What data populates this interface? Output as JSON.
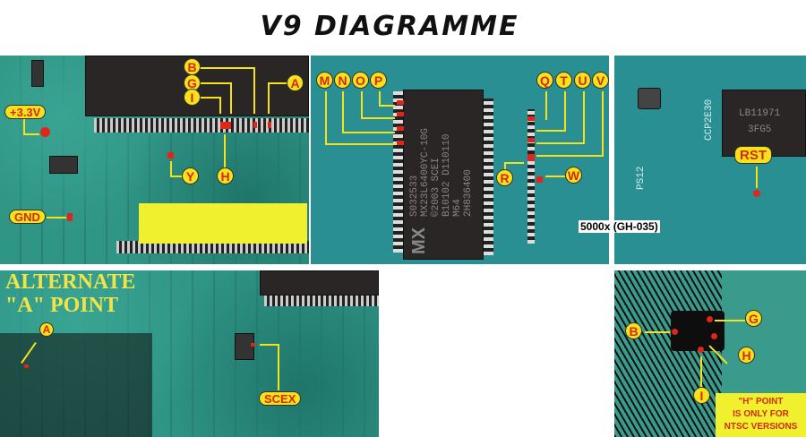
{
  "title": "V9 DIAGRAMME",
  "panel_main_board": {
    "labels": [
      "B",
      "G",
      "I",
      "A",
      "+3.3V",
      "GND",
      "Y",
      "H"
    ]
  },
  "panel_flash_chip": {
    "labels": [
      "M",
      "N",
      "O",
      "P",
      "Q",
      "T",
      "U",
      "V",
      "R",
      "W"
    ],
    "chip_text": [
      "S032533",
      "MX23L6400YC-10G",
      "©2003 SCEI",
      "B10102 D110110",
      "M64",
      "2H836400"
    ],
    "chip_logo": "MX",
    "model_note": "5000x (GH-035)"
  },
  "panel_reset": {
    "labels": [
      "RST"
    ],
    "chip_text": [
      "LB11971",
      "3FG5"
    ],
    "board_text": [
      "CCP2E30",
      "PS12"
    ]
  },
  "panel_alternate": {
    "heading_line1": "ALTERNATE",
    "heading_line2": "\"A\" POINT",
    "labels": [
      "A",
      "SCEX"
    ]
  },
  "panel_ntsc": {
    "labels": [
      "B",
      "G",
      "H",
      "I"
    ],
    "note_lines": [
      "\"H\" POINT",
      "IS ONLY FOR",
      "NTSC VERSIONS"
    ]
  },
  "colors": {
    "label_fill": "#f5e21a",
    "label_text": "#d42a10",
    "pcb": "#2f9585"
  }
}
